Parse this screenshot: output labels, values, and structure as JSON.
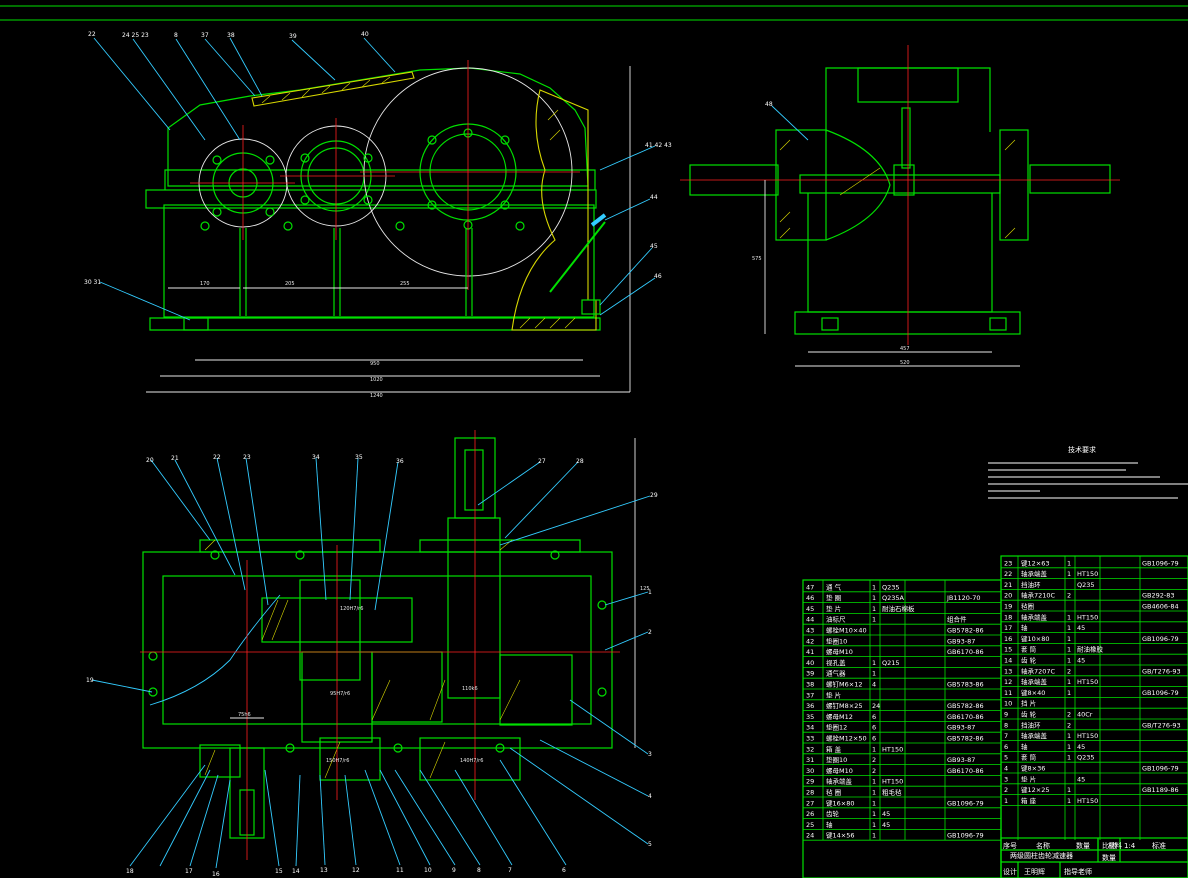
{
  "drawing": {
    "title_block": {
      "designer_label": "设计",
      "designer_name": "王明辉",
      "reviewer_label": "指导老师",
      "drawing_name": "两级圆柱齿轮减速器",
      "scale_label": "比例",
      "scale_value": "1:4",
      "quantity_label": "数量"
    },
    "tech_requirements_title": "技术要求",
    "front_view_dims": [
      "170",
      "205",
      "255",
      "950",
      "1020",
      "1240"
    ],
    "side_view_dims": [
      "457",
      "520",
      "575"
    ],
    "top_view_dims": [
      "75h6",
      "110k6",
      "140H7/r6",
      "125",
      "95H7/r6",
      "120H7/r6",
      "150H7/r6"
    ],
    "callouts_front": [
      "22",
      "24 25 23",
      "8",
      "37",
      "38",
      "39",
      "40",
      "41 42 43",
      "44",
      "45",
      "46",
      "30 31"
    ],
    "callouts_side": [
      "48"
    ],
    "callouts_top": [
      "20",
      "21",
      "22",
      "23",
      "34",
      "35",
      "36",
      "27",
      "28",
      "29",
      "1",
      "2",
      "19",
      "3",
      "4",
      "5",
      "6",
      "7",
      "8",
      "9",
      "10",
      "11",
      "12",
      "13",
      "14",
      "15",
      "16",
      "17",
      "18"
    ],
    "parts_left": [
      {
        "no": "47",
        "name": "通 气",
        "qty": "1",
        "material": "Q235",
        "std": ""
      },
      {
        "no": "46",
        "name": "垫 圈",
        "qty": "1",
        "material": "Q235A",
        "std": "JB1120-70"
      },
      {
        "no": "45",
        "name": "垫 片",
        "qty": "1",
        "material": "耐油石棉板",
        "std": ""
      },
      {
        "no": "44",
        "name": "油标尺",
        "qty": "1",
        "material": "",
        "std": "组合件"
      },
      {
        "no": "43",
        "name": "螺栓M10×40",
        "qty": "",
        "material": "",
        "std": "GB5782-86"
      },
      {
        "no": "42",
        "name": "垫圈10",
        "qty": "",
        "material": "",
        "std": "GB93-87"
      },
      {
        "no": "41",
        "name": "螺母M10",
        "qty": "",
        "material": "",
        "std": "GB6170-86"
      },
      {
        "no": "40",
        "name": "视孔盖",
        "qty": "1",
        "material": "Q215",
        "std": ""
      },
      {
        "no": "39",
        "name": "通气器",
        "qty": "1",
        "material": "",
        "std": ""
      },
      {
        "no": "38",
        "name": "螺钉M6×12",
        "qty": "4",
        "material": "",
        "std": "GB5783-86"
      },
      {
        "no": "37",
        "name": "垫 片",
        "qty": "",
        "material": "",
        "std": ""
      },
      {
        "no": "36",
        "name": "螺钉M8×25",
        "qty": "24",
        "material": "",
        "std": "GB5782-86"
      },
      {
        "no": "35",
        "name": "螺母M12",
        "qty": "6",
        "material": "",
        "std": "GB6170-86"
      },
      {
        "no": "34",
        "name": "垫圈12",
        "qty": "6",
        "material": "",
        "std": "GB93-87"
      },
      {
        "no": "33",
        "name": "螺栓M12×50",
        "qty": "6",
        "material": "",
        "std": "GB5782-86"
      },
      {
        "no": "32",
        "name": "箱 盖",
        "qty": "1",
        "material": "HT150",
        "std": ""
      },
      {
        "no": "31",
        "name": "垫圈10",
        "qty": "2",
        "material": "",
        "std": "GB93-87"
      },
      {
        "no": "30",
        "name": "螺母M10",
        "qty": "2",
        "material": "",
        "std": "GB6170-86"
      },
      {
        "no": "29",
        "name": "轴承端盖",
        "qty": "1",
        "material": "HT150",
        "std": ""
      },
      {
        "no": "28",
        "name": "毡 圈",
        "qty": "1",
        "material": "粗毛毡",
        "std": ""
      },
      {
        "no": "27",
        "name": "键16×80",
        "qty": "1",
        "material": "",
        "std": "GB1096-79"
      },
      {
        "no": "26",
        "name": "齿轮",
        "qty": "1",
        "material": "45",
        "std": ""
      },
      {
        "no": "25",
        "name": "轴",
        "qty": "1",
        "material": "45",
        "std": ""
      },
      {
        "no": "24",
        "name": "键14×56",
        "qty": "1",
        "material": "",
        "std": "GB1096-79"
      }
    ],
    "parts_right": [
      {
        "no": "23",
        "name": "键12×63",
        "qty": "1",
        "material": "",
        "std": "GB1096-79"
      },
      {
        "no": "22",
        "name": "轴承端盖",
        "qty": "1",
        "material": "HT150",
        "std": ""
      },
      {
        "no": "21",
        "name": "挡油环",
        "qty": "",
        "material": "Q235",
        "std": ""
      },
      {
        "no": "20",
        "name": "轴承7210C",
        "qty": "2",
        "material": "",
        "std": "GB292-83"
      },
      {
        "no": "19",
        "name": "毡圈",
        "qty": "",
        "material": "",
        "std": "GB4606-84"
      },
      {
        "no": "18",
        "name": "轴承端盖",
        "qty": "1",
        "material": "HT150",
        "std": ""
      },
      {
        "no": "17",
        "name": "轴",
        "qty": "1",
        "material": "45",
        "std": ""
      },
      {
        "no": "16",
        "name": "键10×80",
        "qty": "1",
        "material": "",
        "std": "GB1096-79"
      },
      {
        "no": "15",
        "name": "套 筒",
        "qty": "1",
        "material": "耐油橡胶",
        "std": ""
      },
      {
        "no": "14",
        "name": "齿 轮",
        "qty": "1",
        "material": "45",
        "std": ""
      },
      {
        "no": "13",
        "name": "轴承7207C",
        "qty": "2",
        "material": "",
        "std": "GB/T276-93"
      },
      {
        "no": "12",
        "name": "轴承端盖",
        "qty": "1",
        "material": "HT150",
        "std": ""
      },
      {
        "no": "11",
        "name": "键8×40",
        "qty": "1",
        "material": "",
        "std": "GB1096-79"
      },
      {
        "no": "10",
        "name": "挡 片",
        "qty": "",
        "material": "",
        "std": ""
      },
      {
        "no": "9",
        "name": "齿 轮",
        "qty": "2",
        "material": "40Cr",
        "std": ""
      },
      {
        "no": "8",
        "name": "挡油环",
        "qty": "2",
        "material": "",
        "std": "GB/T276-93"
      },
      {
        "no": "7",
        "name": "轴承端盖",
        "qty": "1",
        "material": "HT150",
        "std": ""
      },
      {
        "no": "6",
        "name": "轴",
        "qty": "1",
        "material": "45",
        "std": ""
      },
      {
        "no": "5",
        "name": "套 筒",
        "qty": "1",
        "material": "Q235",
        "std": ""
      },
      {
        "no": "4",
        "name": "键8×36",
        "qty": "",
        "material": "",
        "std": "GB1096-79"
      },
      {
        "no": "3",
        "name": "垫 片",
        "qty": "",
        "material": "45",
        "std": ""
      },
      {
        "no": "2",
        "name": "键12×25",
        "qty": "1",
        "material": "",
        "std": "GB1189-86"
      },
      {
        "no": "1",
        "name": "箱 座",
        "qty": "1",
        "material": "HT150",
        "std": ""
      }
    ],
    "table_header": {
      "no": "序号",
      "name": "名称",
      "qty": "数量",
      "material": "材料",
      "std": "标准"
    },
    "colors": {
      "outline": "#00e000",
      "centerline": "#ff2020",
      "leader": "#33ccff",
      "dim": "#e8e8e8",
      "hatch": "#d8d800",
      "background": "#000000"
    }
  }
}
